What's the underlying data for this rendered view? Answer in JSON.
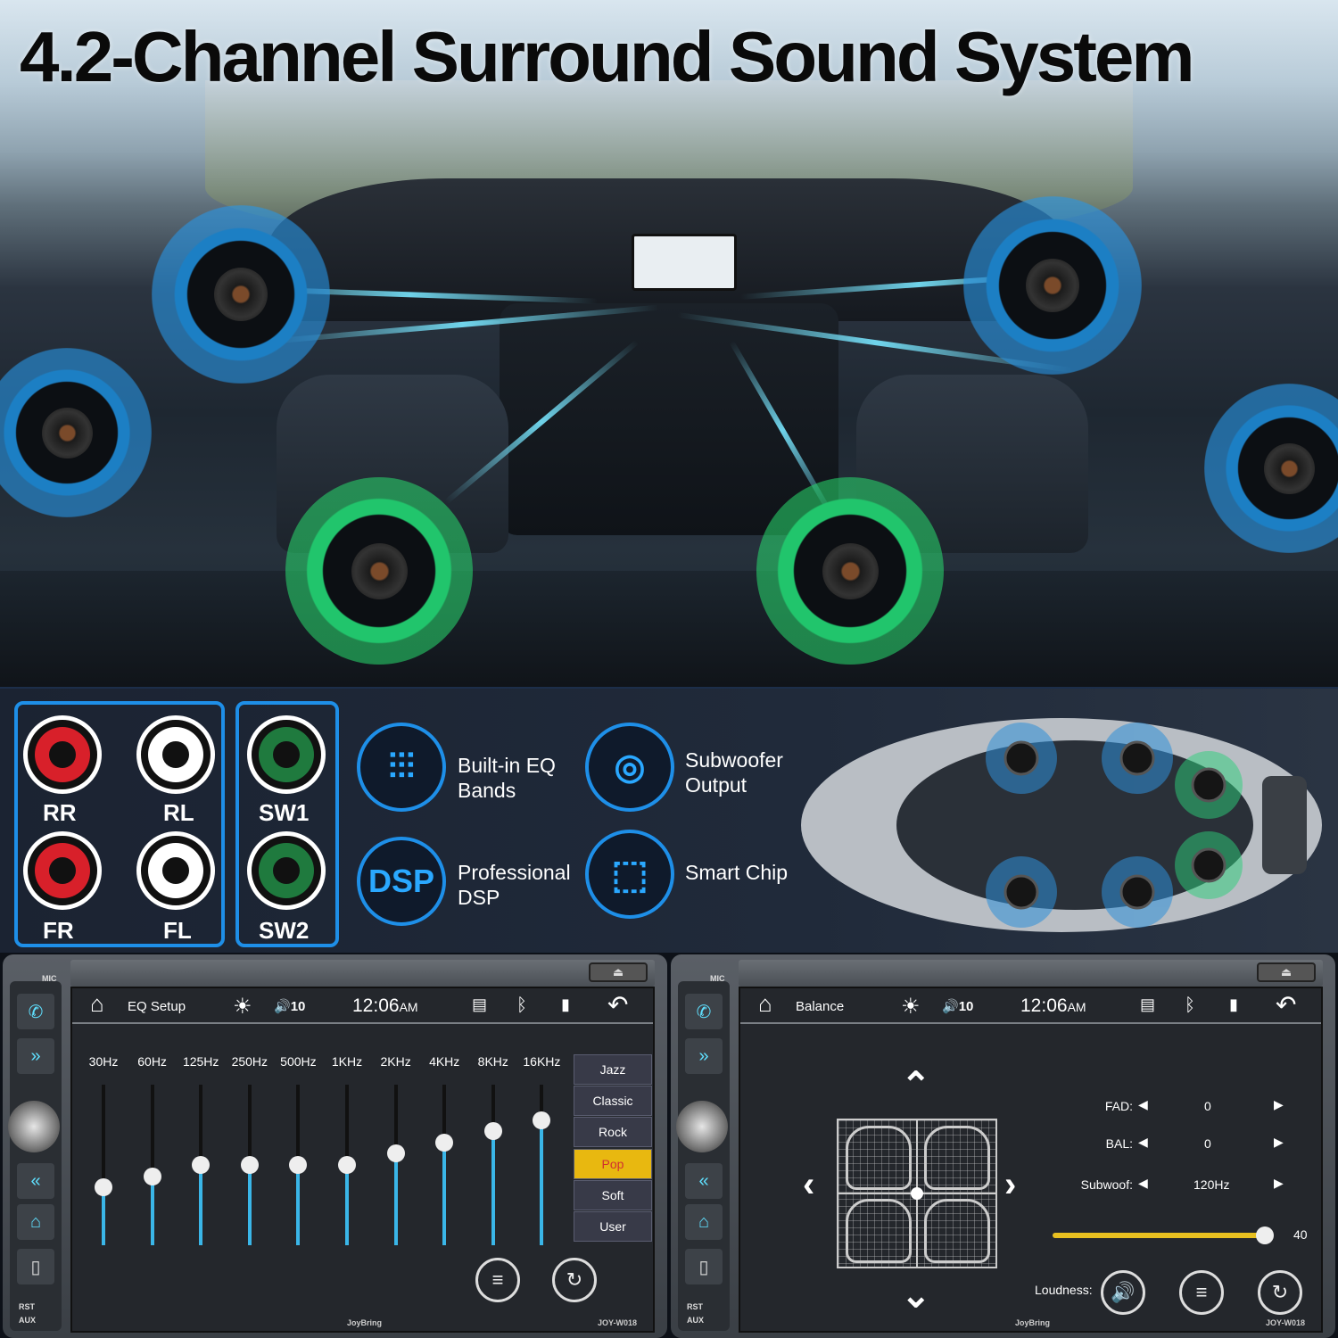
{
  "title": "4.2-Channel Surround Sound System",
  "connectors": [
    {
      "label": "RR",
      "color": "#d8202a"
    },
    {
      "label": "RL",
      "color": "#ffffff"
    },
    {
      "label": "FR",
      "color": "#d8202a"
    },
    {
      "label": "FL",
      "color": "#ffffff"
    },
    {
      "label": "SW1",
      "color": "#1f7a3e"
    },
    {
      "label": "SW2",
      "color": "#1f7a3e"
    }
  ],
  "features": [
    {
      "label_1": "Built-in EQ",
      "label_2": "Bands",
      "icon": "equalizer-icon"
    },
    {
      "label_1": "Subwoofer",
      "label_2": "Output",
      "icon": "subwoofer-icon"
    },
    {
      "label_1": "Professional",
      "label_2": "DSP",
      "icon": "dsp-icon",
      "icon_text": "DSP"
    },
    {
      "label_1": "Smart Chip",
      "label_2": "",
      "icon": "chip-icon"
    }
  ],
  "common": {
    "volume": "10",
    "time": "12:06",
    "ampm": "AM",
    "brand": "JoyBring",
    "model": "JOY-W018",
    "mic": "MIC",
    "rst": "RST",
    "aux": "AUX"
  },
  "eq_screen": {
    "title": "EQ Setup",
    "bands": [
      {
        "label": "30Hz",
        "level": 0.36
      },
      {
        "label": "60Hz",
        "level": 0.43
      },
      {
        "label": "125Hz",
        "level": 0.5
      },
      {
        "label": "250Hz",
        "level": 0.5
      },
      {
        "label": "500Hz",
        "level": 0.5
      },
      {
        "label": "1KHz",
        "level": 0.5
      },
      {
        "label": "2KHz",
        "level": 0.57
      },
      {
        "label": "4KHz",
        "level": 0.64
      },
      {
        "label": "8KHz",
        "level": 0.71
      },
      {
        "label": "16KHz",
        "level": 0.78
      }
    ],
    "presets": [
      "Jazz",
      "Classic",
      "Rock",
      "Pop",
      "Soft",
      "User"
    ],
    "selected_preset": "Pop"
  },
  "balance_screen": {
    "title": "Balance",
    "fad_label": "FAD:",
    "fad_value": "0",
    "bal_label": "BAL:",
    "bal_value": "0",
    "subwoof_label": "Subwoof:",
    "subwoof_value": "120Hz",
    "slider_value": "40",
    "slider_fraction": 1.0,
    "loudness_label": "Loudness:"
  }
}
